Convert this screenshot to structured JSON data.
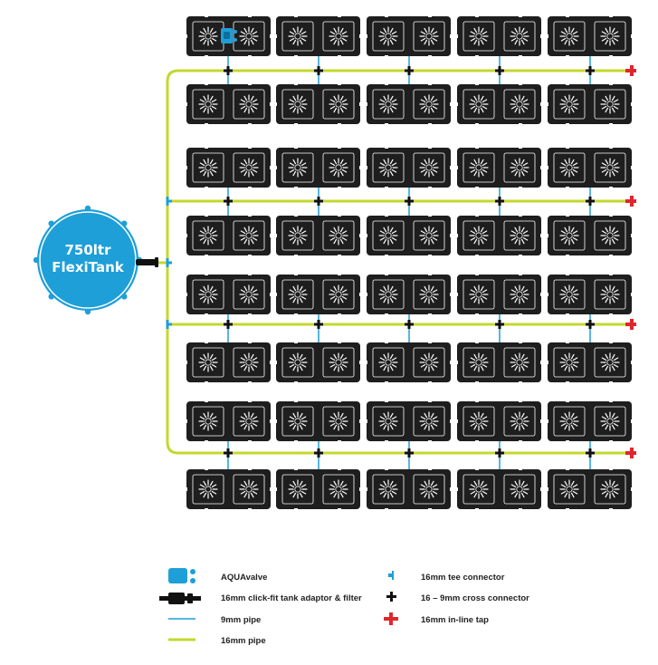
{
  "tank": {
    "line1": "750ltr",
    "line2": "FlexiTank"
  },
  "layout_grid": {
    "columns": 5,
    "row_pairs": 4
  },
  "legend": {
    "aquavalve": "AQUAvalve",
    "adaptor": "16mm click-fit tank adaptor & filter",
    "pipe_9mm": "9mm pipe",
    "pipe_16mm": "16mm pipe",
    "tee": "16mm tee connector",
    "cross": "16 – 9mm cross connector",
    "tap": "16mm in-line tap"
  },
  "colors": {
    "pipe_16mm": "#c4d82e",
    "pipe_9mm": "#1e9fd8",
    "tank": "#1e9fd8",
    "tray": "#1e1e1e",
    "tap": "#e0262d",
    "connector": "#111111"
  },
  "icons": {
    "aquavalve": "aquavalve-icon",
    "adaptor": "tank-adaptor-filter-icon",
    "tee": "tee-connector-icon",
    "cross": "cross-connector-icon",
    "tap": "inline-tap-icon",
    "pot": "plant-pot-icon"
  }
}
